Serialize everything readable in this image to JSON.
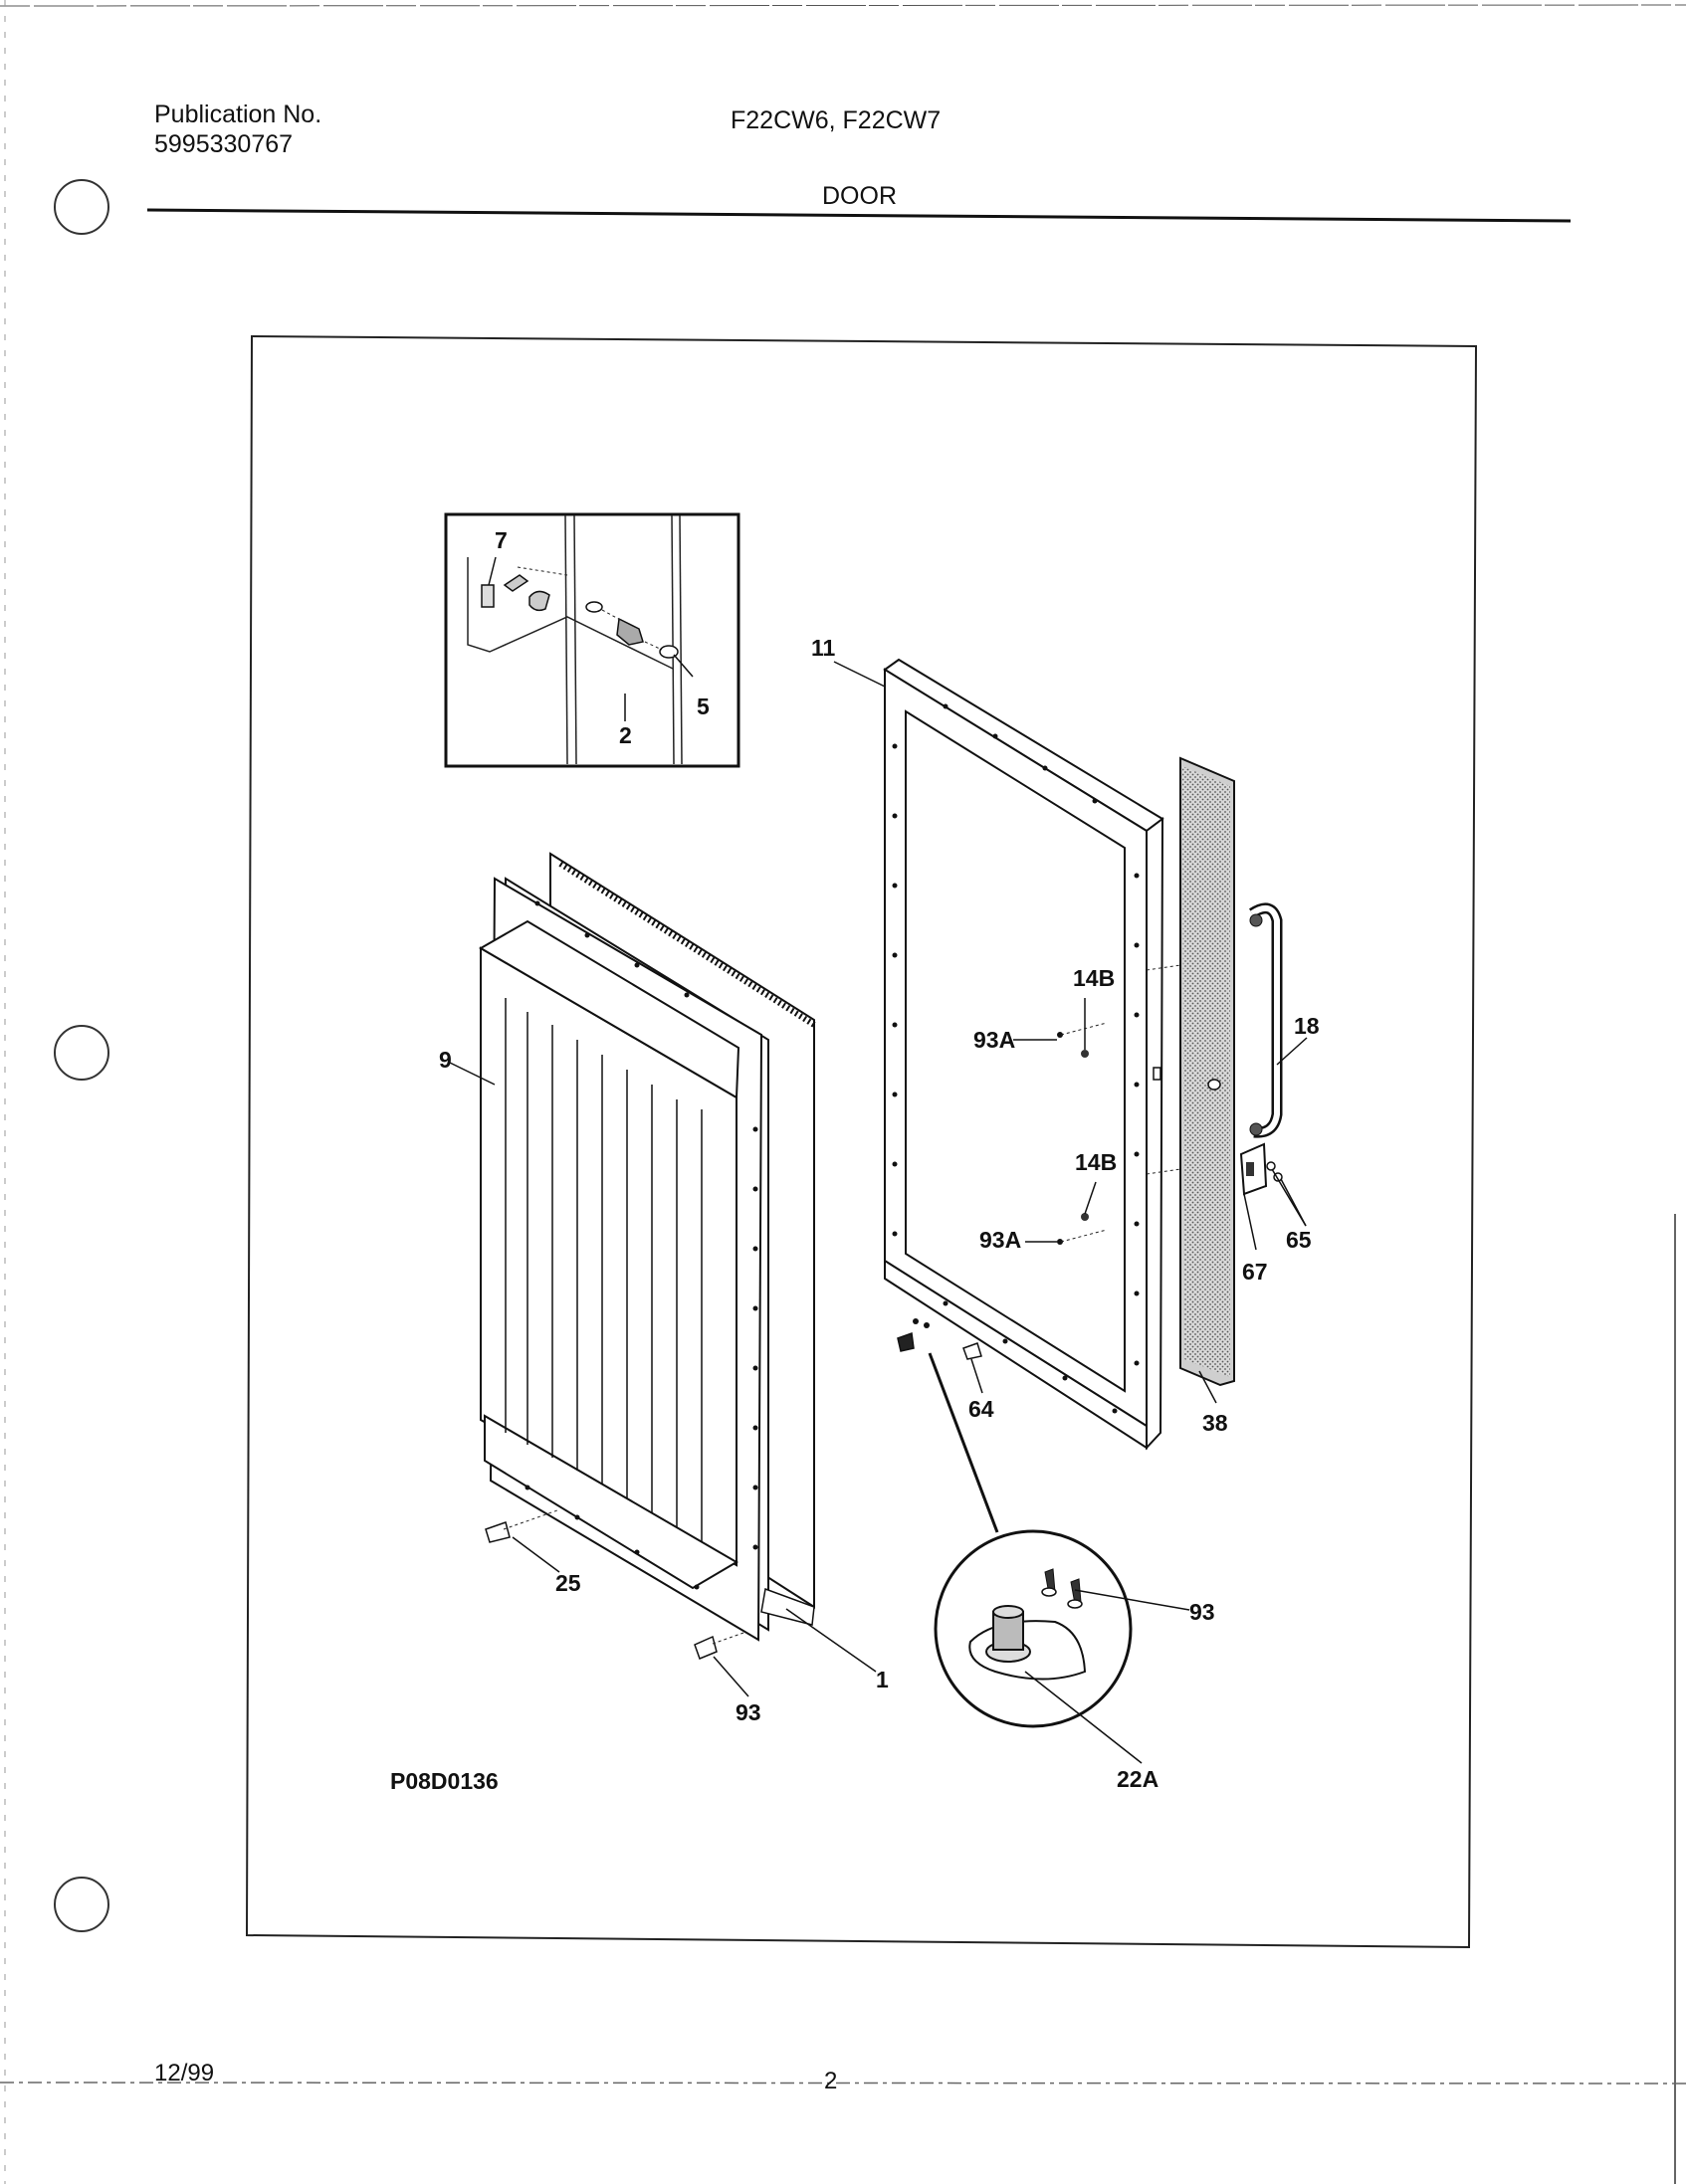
{
  "header": {
    "publication_label": "Publication No.",
    "publication_number": "5995330767",
    "models": "F22CW6, F22CW7",
    "section_title": "DOOR"
  },
  "diagram": {
    "drawing_code": "P08D0136",
    "callouts": {
      "c7": "7",
      "c2": "2",
      "c5": "5",
      "c11": "11",
      "c14b_top": "14B",
      "c93a_top": "93A",
      "c14b_bottom": "14B",
      "c93a_bottom": "93A",
      "c18": "18",
      "c65": "65",
      "c67": "67",
      "c38": "38",
      "c64": "64",
      "c9": "9",
      "c25": "25",
      "c93_left": "93",
      "c1": "1",
      "c93_detail": "93",
      "c22a": "22A"
    }
  },
  "footer": {
    "date": "12/99",
    "page_number": "2"
  }
}
